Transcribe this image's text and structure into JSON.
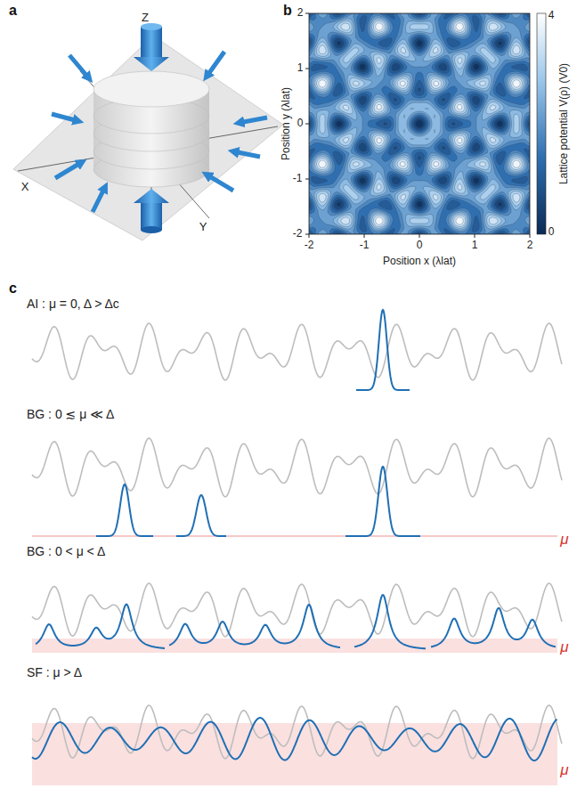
{
  "diagram": {
    "labels": [
      "a",
      "b",
      "Z",
      "X",
      "Y",
      "Position y (λlat)",
      "2",
      "1",
      "0",
      "-1",
      "-2",
      "Lattice potential V(ρ) (V0)",
      "4",
      "0",
      "-2",
      "-1",
      "0",
      "1",
      "2",
      "Position x (λlat)",
      "c",
      "AI : μ = 0, Δ > Δc",
      "BG : 0 ≲ μ ≪ Δ",
      "μ",
      "BG : 0 < μ < Δ",
      "μ",
      "SF : μ > Δ",
      "μ"
    ]
  }
}
